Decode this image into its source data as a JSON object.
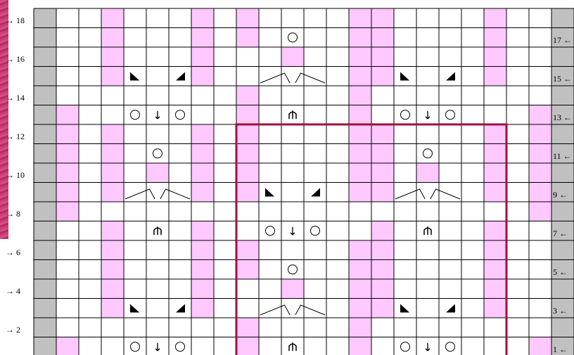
{
  "palette": {
    "purl": "#ffc8ff",
    "edge": "#c0c0c0",
    "grid": "#000000",
    "frame": "#a0103c",
    "yarn": "#d94480"
  },
  "row_labels": {
    "r18": "→ 18",
    "r16": "→ 16",
    "r14": "→ 14",
    "r12": "→ 12",
    "r10": "→ 10",
    "r8": "→ 8",
    "r6": "→ 6",
    "r4": "→ 4",
    "r2": "→ 2",
    "r17": "17 ←",
    "r15": "15 ←",
    "r13": "13 ←",
    "r11": "11 ←",
    "r9": "9 ←",
    "r7": "7 ←",
    "r5": "5 ←",
    "r3": "3 ←",
    "r1": "1 ←"
  },
  "chart": {
    "columns": 24,
    "rows_shown": 18,
    "edge_columns": [
      1,
      24
    ],
    "pattern_repeat": {
      "col_start": 10,
      "col_end": 21,
      "row_start": 1,
      "row_end": 12
    },
    "legend_symbols": {
      "yo": "○",
      "dec_center": "↓",
      "dec_vert": "⫛",
      "ssk": "◣",
      "k2tog": "◢",
      "cable_cross": "/ \\ / \\"
    },
    "cells": {
      "purl": [
        [
          18,
          4
        ],
        [
          18,
          8
        ],
        [
          18,
          10
        ],
        [
          18,
          15
        ],
        [
          18,
          16
        ],
        [
          18,
          21
        ],
        [
          17,
          4
        ],
        [
          17,
          8
        ],
        [
          17,
          10
        ],
        [
          17,
          15
        ],
        [
          17,
          16
        ],
        [
          17,
          21
        ],
        [
          16,
          4
        ],
        [
          16,
          8
        ],
        [
          16,
          12
        ],
        [
          16,
          15
        ],
        [
          16,
          16
        ],
        [
          16,
          21
        ],
        [
          15,
          4
        ],
        [
          15,
          8
        ],
        [
          15,
          15
        ],
        [
          15,
          16
        ],
        [
          15,
          21
        ],
        [
          14,
          10
        ],
        [
          14,
          15
        ],
        [
          13,
          2
        ],
        [
          13,
          10
        ],
        [
          13,
          15
        ],
        [
          13,
          23
        ],
        [
          12,
          2
        ],
        [
          12,
          4
        ],
        [
          12,
          8
        ],
        [
          12,
          10
        ],
        [
          12,
          15
        ],
        [
          12,
          16
        ],
        [
          12,
          21
        ],
        [
          12,
          23
        ],
        [
          11,
          2
        ],
        [
          11,
          4
        ],
        [
          11,
          8
        ],
        [
          11,
          10
        ],
        [
          11,
          15
        ],
        [
          11,
          16
        ],
        [
          11,
          21
        ],
        [
          11,
          23
        ],
        [
          10,
          2
        ],
        [
          10,
          4
        ],
        [
          10,
          6
        ],
        [
          10,
          8
        ],
        [
          10,
          10
        ],
        [
          10,
          15
        ],
        [
          10,
          16
        ],
        [
          10,
          18
        ],
        [
          10,
          21
        ],
        [
          10,
          23
        ],
        [
          9,
          2
        ],
        [
          9,
          4
        ],
        [
          9,
          8
        ],
        [
          9,
          10
        ],
        [
          9,
          15
        ],
        [
          9,
          16
        ],
        [
          9,
          21
        ],
        [
          9,
          23
        ],
        [
          8,
          2
        ],
        [
          8,
          23
        ],
        [
          7,
          4
        ],
        [
          7,
          8
        ],
        [
          7,
          16
        ],
        [
          7,
          21
        ],
        [
          6,
          4
        ],
        [
          6,
          8
        ],
        [
          6,
          10
        ],
        [
          6,
          15
        ],
        [
          6,
          16
        ],
        [
          6,
          21
        ],
        [
          5,
          4
        ],
        [
          5,
          8
        ],
        [
          5,
          10
        ],
        [
          5,
          15
        ],
        [
          5,
          16
        ],
        [
          5,
          21
        ],
        [
          4,
          4
        ],
        [
          4,
          8
        ],
        [
          4,
          12
        ],
        [
          4,
          15
        ],
        [
          4,
          16
        ],
        [
          4,
          21
        ],
        [
          3,
          4
        ],
        [
          3,
          8
        ],
        [
          3,
          15
        ],
        [
          3,
          16
        ],
        [
          3,
          21
        ],
        [
          2,
          10
        ],
        [
          2,
          15
        ],
        [
          1,
          2
        ],
        [
          1,
          10
        ],
        [
          1,
          15
        ],
        [
          1,
          23
        ]
      ],
      "symbols": [
        {
          "r": 17,
          "c": 12,
          "s": "yo"
        },
        {
          "r": 15,
          "c": 5,
          "s": "ssk"
        },
        {
          "r": 15,
          "c": 7,
          "s": "k2tog"
        },
        {
          "r": 15,
          "c": 11,
          "s": "cable_cross"
        },
        {
          "r": 15,
          "c": 17,
          "s": "ssk"
        },
        {
          "r": 15,
          "c": 19,
          "s": "k2tog"
        },
        {
          "r": 13,
          "c": 5,
          "s": "yo"
        },
        {
          "r": 13,
          "c": 6,
          "s": "dec_center"
        },
        {
          "r": 13,
          "c": 7,
          "s": "yo"
        },
        {
          "r": 13,
          "c": 12,
          "s": "dec_vert"
        },
        {
          "r": 13,
          "c": 17,
          "s": "yo"
        },
        {
          "r": 13,
          "c": 18,
          "s": "dec_center"
        },
        {
          "r": 13,
          "c": 19,
          "s": "yo"
        },
        {
          "r": 11,
          "c": 6,
          "s": "yo"
        },
        {
          "r": 11,
          "c": 18,
          "s": "yo"
        },
        {
          "r": 9,
          "c": 5,
          "s": "cable_cross"
        },
        {
          "r": 9,
          "c": 11,
          "s": "ssk"
        },
        {
          "r": 9,
          "c": 13,
          "s": "k2tog"
        },
        {
          "r": 9,
          "c": 17,
          "s": "cable_cross"
        },
        {
          "r": 7,
          "c": 6,
          "s": "dec_vert"
        },
        {
          "r": 7,
          "c": 11,
          "s": "yo"
        },
        {
          "r": 7,
          "c": 12,
          "s": "dec_center"
        },
        {
          "r": 7,
          "c": 13,
          "s": "yo"
        },
        {
          "r": 7,
          "c": 18,
          "s": "dec_vert"
        },
        {
          "r": 5,
          "c": 12,
          "s": "yo"
        },
        {
          "r": 3,
          "c": 5,
          "s": "ssk"
        },
        {
          "r": 3,
          "c": 7,
          "s": "k2tog"
        },
        {
          "r": 3,
          "c": 11,
          "s": "cable_cross"
        },
        {
          "r": 3,
          "c": 17,
          "s": "ssk"
        },
        {
          "r": 3,
          "c": 19,
          "s": "k2tog"
        },
        {
          "r": 1,
          "c": 5,
          "s": "yo"
        },
        {
          "r": 1,
          "c": 6,
          "s": "dec_center"
        },
        {
          "r": 1,
          "c": 7,
          "s": "yo"
        },
        {
          "r": 1,
          "c": 12,
          "s": "dec_vert"
        },
        {
          "r": 1,
          "c": 17,
          "s": "yo"
        },
        {
          "r": 1,
          "c": 18,
          "s": "dec_center"
        },
        {
          "r": 1,
          "c": 19,
          "s": "yo"
        }
      ]
    }
  }
}
